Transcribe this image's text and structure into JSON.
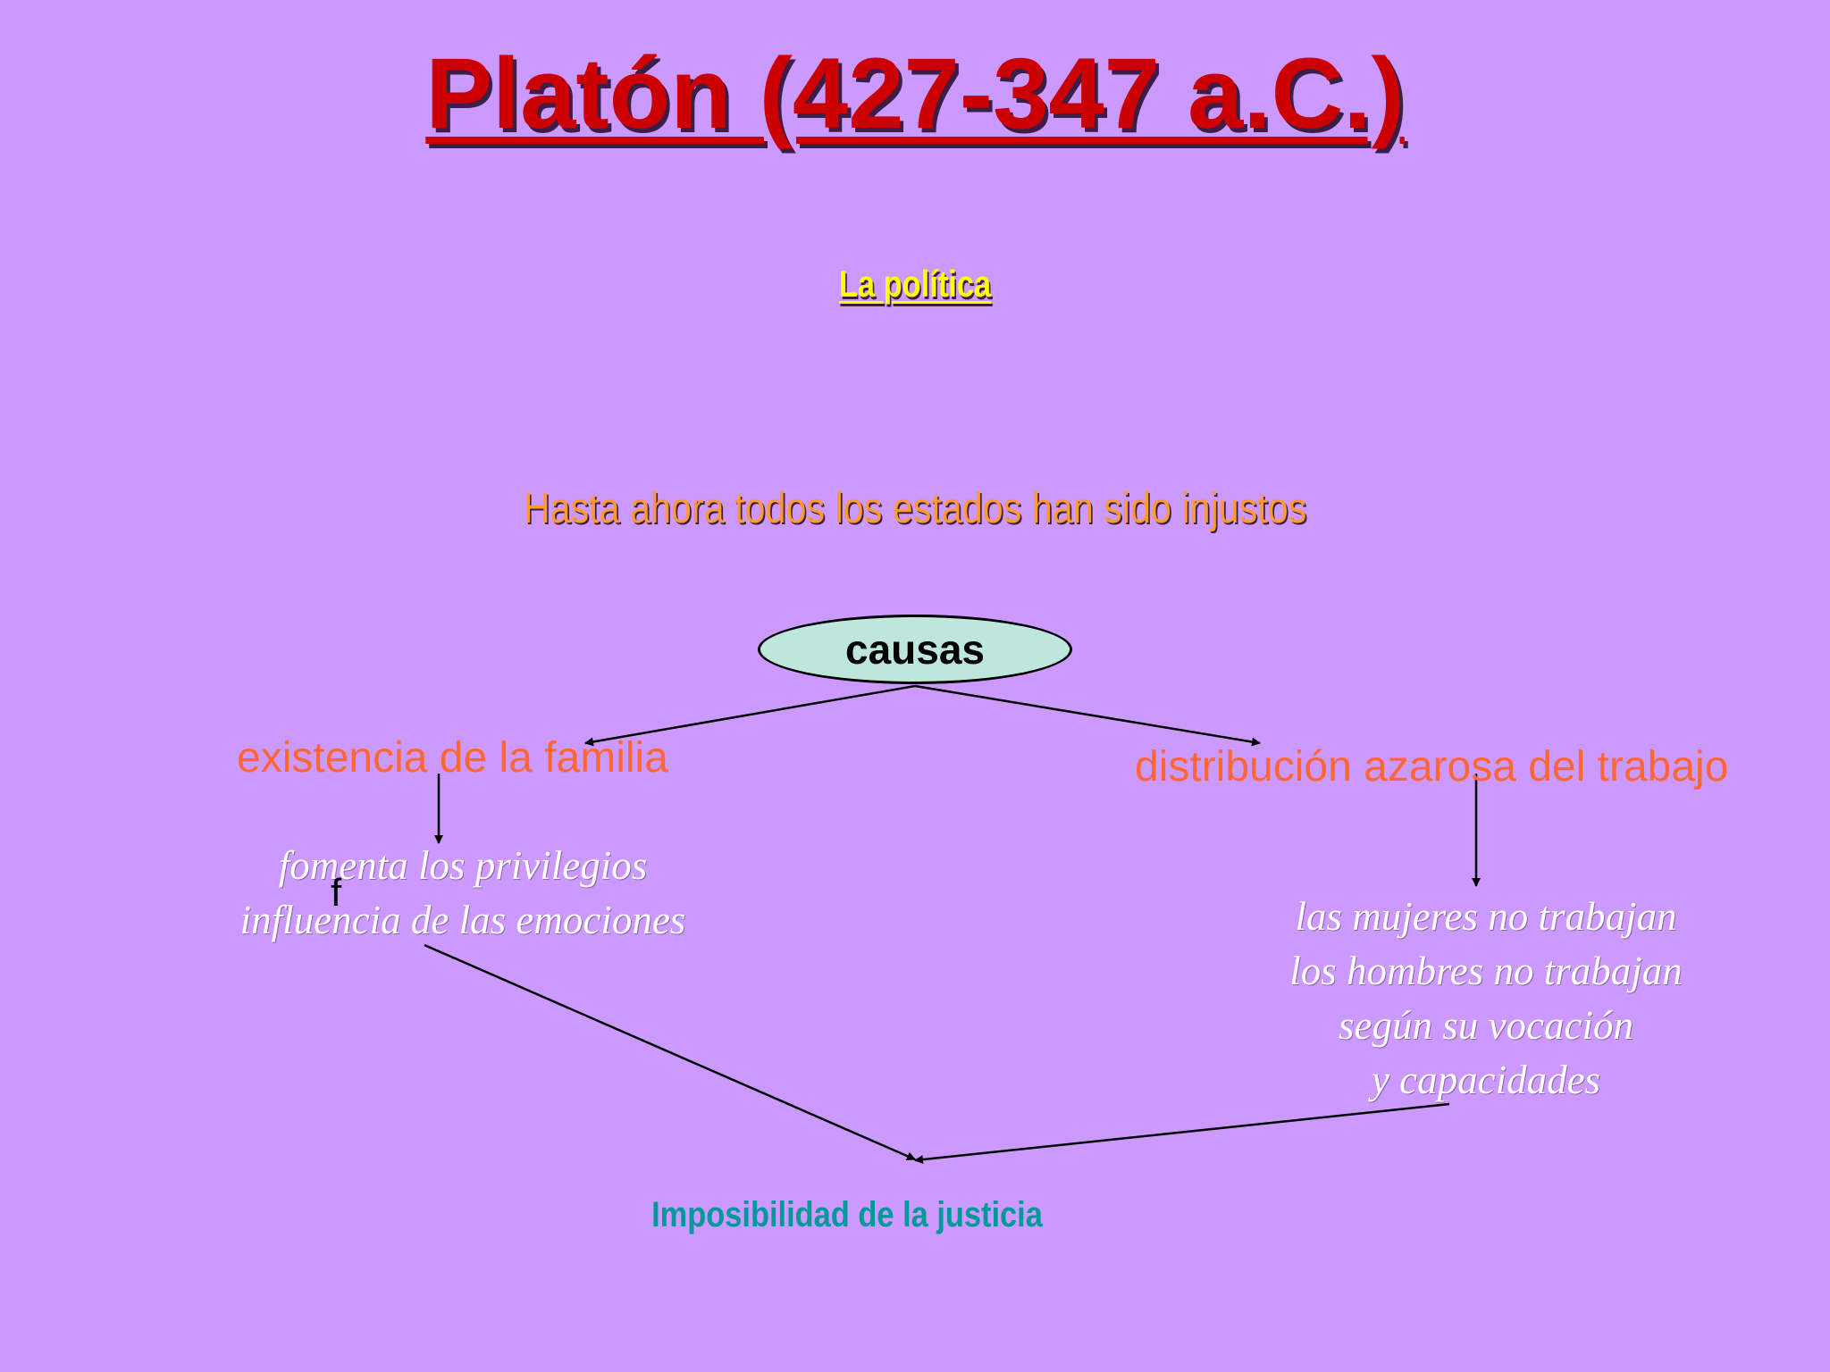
{
  "colors": {
    "background": "#cc99ff",
    "title": "#cc0000",
    "subtitle": "#ffff00",
    "statement": "#ff9933",
    "node_fill": "#bde6dd",
    "cause_text": "#ff6633",
    "effect_text": "#ffffff",
    "conclusion": "#009999",
    "arrows": "#000000"
  },
  "title": "Platón (427-347 a.C.)",
  "subtitle": "La política",
  "statement": "Hasta ahora todos los estados han sido injustos",
  "node": {
    "label": "causas"
  },
  "causes": {
    "left": {
      "label": "existencia de la familia",
      "effects": [
        "fomenta los privilegios",
        "influencia de las emociones"
      ]
    },
    "right": {
      "label": "distribución azarosa del trabajo",
      "effects": [
        "las mujeres no trabajan",
        "los hombres no trabajan",
        "según su vocación",
        "y capacidades"
      ]
    }
  },
  "stray_mark": "f",
  "conclusion": "Imposibilidad de la justicia"
}
